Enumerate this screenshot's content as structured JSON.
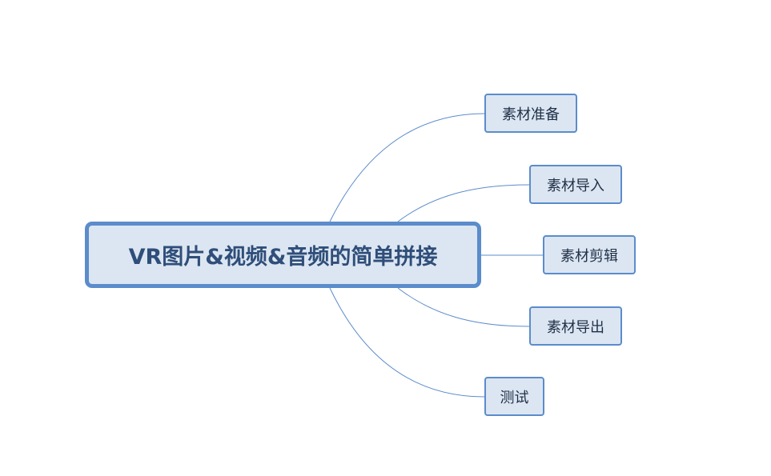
{
  "root": {
    "label": "VR图片&视频&音频的简单拼接"
  },
  "children": [
    {
      "label": "素材准备"
    },
    {
      "label": "素材导入"
    },
    {
      "label": "素材剪辑"
    },
    {
      "label": "素材导出"
    },
    {
      "label": "测试"
    }
  ],
  "colors": {
    "line": "#5b8ccb",
    "fill": "#dce6f2",
    "text": "#1f2f46",
    "root_text": "#2f4e79"
  }
}
